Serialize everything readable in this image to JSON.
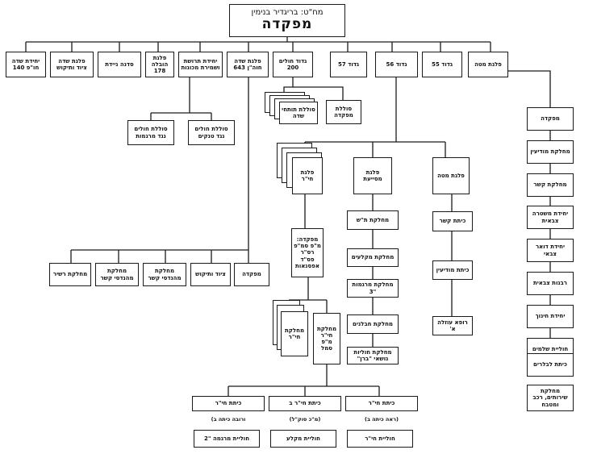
{
  "root": {
    "commander": "מח\"ט: בריגדיר בנימין",
    "title": "מפקדה"
  },
  "top_row": [
    "יחידת שדה חו\"פ 140",
    "פלגת שדה ציוד ותיקוש",
    "סדנה ניידת",
    "פלגת הובלה 178",
    "יחידת תרושת ושמירת מכונות",
    "פלגת שדה חוה\"ן 643",
    "גדוד חולים 200",
    "גדוד 57",
    "גדוד 56",
    "גדוד 55",
    "פלגת מטה"
  ],
  "gdud200_units": [
    "סוללת תותחי שדה",
    "סוללת מפקדה"
  ],
  "terrun_units": [
    "סוללת חולים נגד מרגמות",
    "סוללת חולים נגד טנקים"
  ],
  "mate_column": [
    "מפקדה",
    "מחלקת מודיעין",
    "מחלקת קשר",
    "יחידת משטרה צבאית",
    "יחידת דואר צבאי",
    "רבנות צבאית",
    "יחידת חינוך",
    "חוליית שלמים",
    "כיתת לבלרים",
    "מחלקת שירותים, רכב ומטבח"
  ],
  "gdud56_pelugot": [
    "פלגת חי\"ר",
    "פלגת מסייעת",
    "פלגת מטה"
  ],
  "mesayaat_units": [
    "מחלקת ת\"ש",
    "מחלקת מקלעים",
    "מחלקת מרגמות \"3",
    "מחלקת חבלנים",
    "מחלקת חוליות נושאי \"ברן\""
  ],
  "pelugat_mate_units": [
    "כיתת קשר",
    "כיתת מודיעין",
    "רופא עוזלה א'"
  ],
  "hir_hq": "מפקדה: מ\"פ סמ\"פ רס\"ר פס\"ד אפסנאות",
  "hir_platoons": [
    "מחלקת חי\"ר",
    "מחלקת חי\"ר מ\"פ סמל"
  ],
  "squads": [
    {
      "title": "כיתת חי\"ר",
      "sub": "ורובה כיתה ב)",
      "team": "חוליית מרגמה \"2"
    },
    {
      "title": "כיתת חי\"ר ב",
      "sub": "(מ\"כ סוק\"ל)",
      "team": "חוליית מקלע"
    },
    {
      "title": "כיתת חי\"ר",
      "sub": "(ראה כיתה ב)",
      "team": "חוליית חי\"ר"
    }
  ],
  "pelugat_sade_units": [
    "מחלקת רשיר",
    "מחלקת מהנדסי קשר",
    "מחלקת מהנדסי קשר",
    "ציוד ותיקוש",
    "מפקדה"
  ]
}
